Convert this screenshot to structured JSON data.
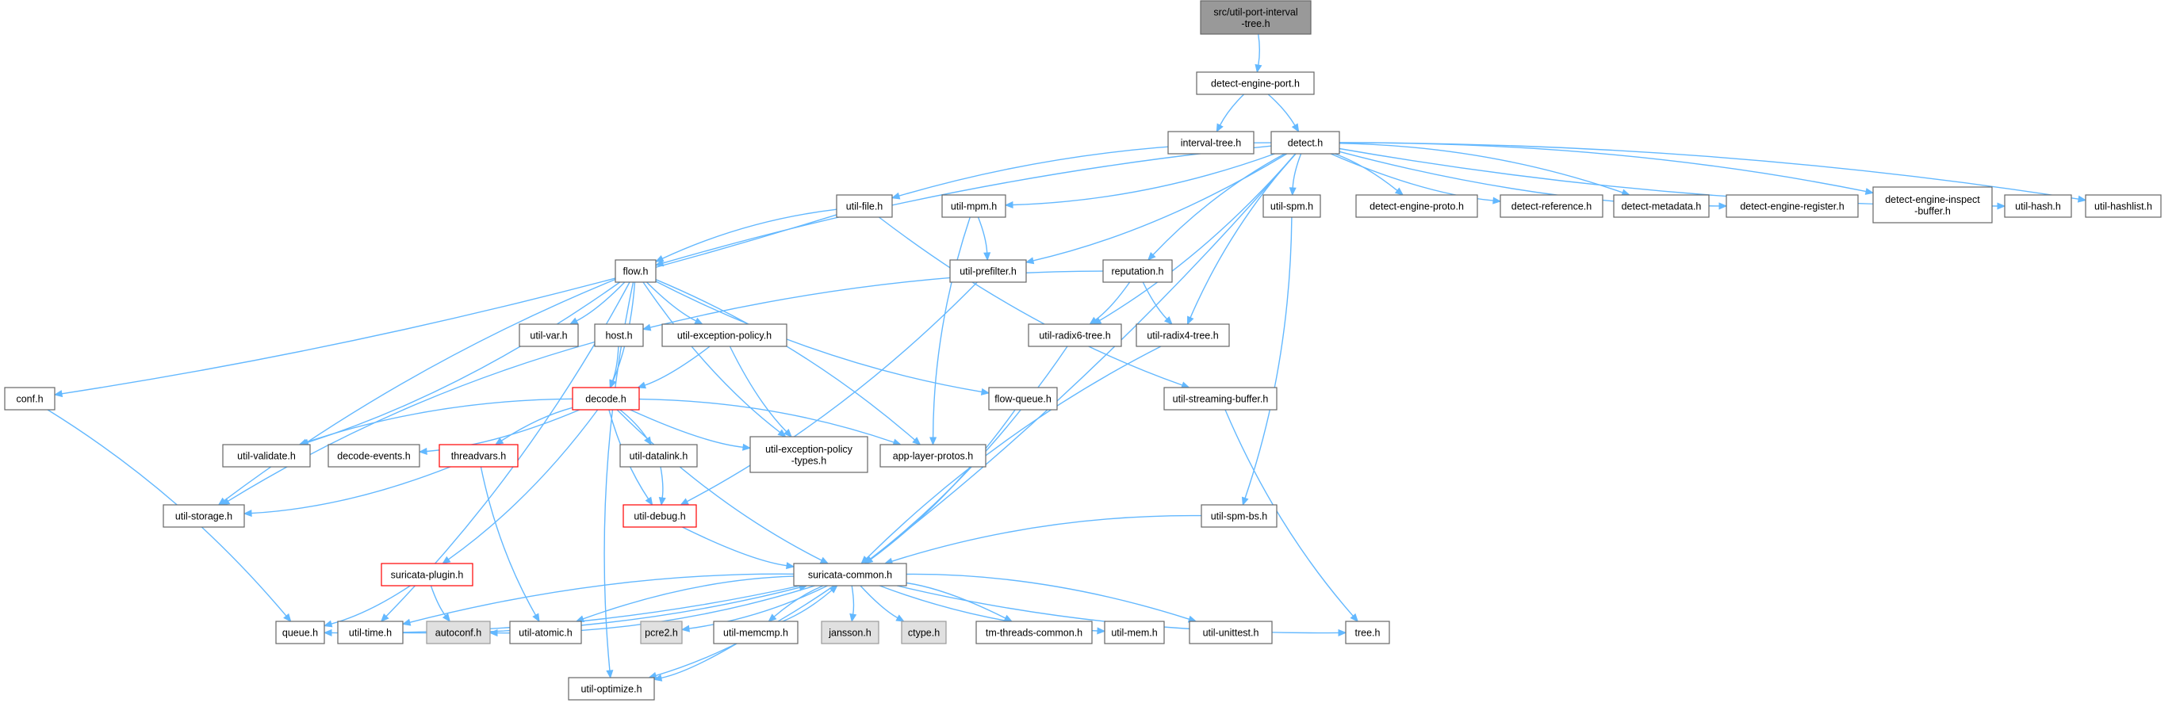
{
  "palette": {
    "edge": "#63b8ff",
    "root_fill": "#999999",
    "default_fill": "#ffffff",
    "default_border": "#666666",
    "missing_fill": "#e0e0e0",
    "missing_border": "#999999",
    "alert_border": "#ff0000"
  },
  "nodes": [
    {
      "id": "root",
      "label": "src/util-port-interval\n-tree.h",
      "style": "root"
    },
    {
      "id": "dep",
      "label": "detect-engine-port.h"
    },
    {
      "id": "itree",
      "label": "interval-tree.h"
    },
    {
      "id": "detect",
      "label": "detect.h"
    },
    {
      "id": "ufile",
      "label": "util-file.h"
    },
    {
      "id": "umpm",
      "label": "util-mpm.h"
    },
    {
      "id": "uspm",
      "label": "util-spm.h"
    },
    {
      "id": "deproto",
      "label": "detect-engine-proto.h"
    },
    {
      "id": "dref",
      "label": "detect-reference.h"
    },
    {
      "id": "dmeta",
      "label": "detect-metadata.h"
    },
    {
      "id": "dereg",
      "label": "detect-engine-register.h"
    },
    {
      "id": "deinsp",
      "label": "detect-engine-inspect\n-buffer.h"
    },
    {
      "id": "uhash",
      "label": "util-hash.h"
    },
    {
      "id": "uhashlist",
      "label": "util-hashlist.h"
    },
    {
      "id": "flow",
      "label": "flow.h"
    },
    {
      "id": "upref",
      "label": "util-prefilter.h"
    },
    {
      "id": "rep",
      "label": "reputation.h"
    },
    {
      "id": "uvar",
      "label": "util-var.h"
    },
    {
      "id": "host",
      "label": "host.h"
    },
    {
      "id": "uexp",
      "label": "util-exception-policy.h"
    },
    {
      "id": "ur6",
      "label": "util-radix6-tree.h"
    },
    {
      "id": "ur4",
      "label": "util-radix4-tree.h"
    },
    {
      "id": "conf",
      "label": "conf.h"
    },
    {
      "id": "decode",
      "label": "decode.h",
      "style": "alert"
    },
    {
      "id": "fq",
      "label": "flow-queue.h"
    },
    {
      "id": "usb",
      "label": "util-streaming-buffer.h"
    },
    {
      "id": "uval",
      "label": "util-validate.h"
    },
    {
      "id": "devt",
      "label": "decode-events.h"
    },
    {
      "id": "tv",
      "label": "threadvars.h",
      "style": "alert"
    },
    {
      "id": "udl",
      "label": "util-datalink.h"
    },
    {
      "id": "uept",
      "label": "util-exception-policy\n-types.h"
    },
    {
      "id": "alp",
      "label": "app-layer-protos.h"
    },
    {
      "id": "ustor",
      "label": "util-storage.h"
    },
    {
      "id": "udbg",
      "label": "util-debug.h",
      "style": "alert"
    },
    {
      "id": "uspmbs",
      "label": "util-spm-bs.h"
    },
    {
      "id": "splug",
      "label": "suricata-plugin.h",
      "style": "alert"
    },
    {
      "id": "sc",
      "label": "suricata-common.h"
    },
    {
      "id": "queue",
      "label": "queue.h"
    },
    {
      "id": "utime",
      "label": "util-time.h"
    },
    {
      "id": "autoconf",
      "label": "autoconf.h",
      "style": "missing"
    },
    {
      "id": "uatom",
      "label": "util-atomic.h"
    },
    {
      "id": "pcre2",
      "label": "pcre2.h",
      "style": "missing"
    },
    {
      "id": "umemcmp",
      "label": "util-memcmp.h"
    },
    {
      "id": "jansson",
      "label": "jansson.h",
      "style": "missing"
    },
    {
      "id": "ctype",
      "label": "ctype.h",
      "style": "missing"
    },
    {
      "id": "tmtc",
      "label": "tm-threads-common.h"
    },
    {
      "id": "umem",
      "label": "util-mem.h"
    },
    {
      "id": "uunit",
      "label": "util-unittest.h"
    },
    {
      "id": "tree",
      "label": "tree.h"
    },
    {
      "id": "uopt",
      "label": "util-optimize.h"
    }
  ],
  "edges": [
    [
      "root",
      "dep"
    ],
    [
      "dep",
      "itree"
    ],
    [
      "dep",
      "detect"
    ],
    [
      "detect",
      "ufile"
    ],
    [
      "detect",
      "umpm"
    ],
    [
      "detect",
      "uspm"
    ],
    [
      "detect",
      "deproto"
    ],
    [
      "detect",
      "dref"
    ],
    [
      "detect",
      "dmeta"
    ],
    [
      "detect",
      "dereg"
    ],
    [
      "detect",
      "deinsp"
    ],
    [
      "detect",
      "uhash"
    ],
    [
      "detect",
      "uhashlist"
    ],
    [
      "detect",
      "flow"
    ],
    [
      "detect",
      "upref"
    ],
    [
      "detect",
      "rep"
    ],
    [
      "detect",
      "ur6"
    ],
    [
      "detect",
      "ur4"
    ],
    [
      "detect",
      "sc"
    ],
    [
      "ufile",
      "flow"
    ],
    [
      "ufile",
      "conf"
    ],
    [
      "ufile",
      "usb"
    ],
    [
      "umpm",
      "upref"
    ],
    [
      "umpm",
      "alp"
    ],
    [
      "flow",
      "uvar"
    ],
    [
      "flow",
      "uexp"
    ],
    [
      "flow",
      "decode"
    ],
    [
      "flow",
      "fq"
    ],
    [
      "flow",
      "uval"
    ],
    [
      "flow",
      "uept"
    ],
    [
      "flow",
      "alp"
    ],
    [
      "flow",
      "ustor"
    ],
    [
      "flow",
      "utime"
    ],
    [
      "flow",
      "uopt"
    ],
    [
      "upref",
      "udbg"
    ],
    [
      "rep",
      "host"
    ],
    [
      "rep",
      "ur6"
    ],
    [
      "rep",
      "ur4"
    ],
    [
      "host",
      "decode"
    ],
    [
      "host",
      "ustor"
    ],
    [
      "uexp",
      "decode"
    ],
    [
      "uexp",
      "uept"
    ],
    [
      "ur6",
      "sc"
    ],
    [
      "ur4",
      "sc"
    ],
    [
      "conf",
      "queue"
    ],
    [
      "decode",
      "uval"
    ],
    [
      "decode",
      "devt"
    ],
    [
      "decode",
      "tv"
    ],
    [
      "decode",
      "udl"
    ],
    [
      "decode",
      "uept"
    ],
    [
      "decode",
      "alp"
    ],
    [
      "decode",
      "udbg"
    ],
    [
      "decode",
      "splug"
    ],
    [
      "decode",
      "sc"
    ],
    [
      "fq",
      "sc"
    ],
    [
      "usb",
      "tree"
    ],
    [
      "tv",
      "ustor"
    ],
    [
      "tv",
      "uatom"
    ],
    [
      "udl",
      "udbg"
    ],
    [
      "udbg",
      "sc"
    ],
    [
      "uspm",
      "uspmbs"
    ],
    [
      "uspmbs",
      "sc"
    ],
    [
      "splug",
      "queue"
    ],
    [
      "splug",
      "autoconf"
    ],
    [
      "sc",
      "queue"
    ],
    [
      "sc",
      "utime"
    ],
    [
      "sc",
      "autoconf"
    ],
    [
      "sc",
      "uatom"
    ],
    [
      "sc",
      "pcre2"
    ],
    [
      "sc",
      "umemcmp"
    ],
    [
      "sc",
      "jansson"
    ],
    [
      "sc",
      "ctype"
    ],
    [
      "sc",
      "tmtc"
    ],
    [
      "sc",
      "umem"
    ],
    [
      "sc",
      "uunit"
    ],
    [
      "sc",
      "tree"
    ],
    [
      "sc",
      "uopt"
    ],
    [
      "umemcmp",
      "sc"
    ],
    [
      "umemcmp",
      "uopt"
    ],
    [
      "utime",
      "sc"
    ]
  ]
}
